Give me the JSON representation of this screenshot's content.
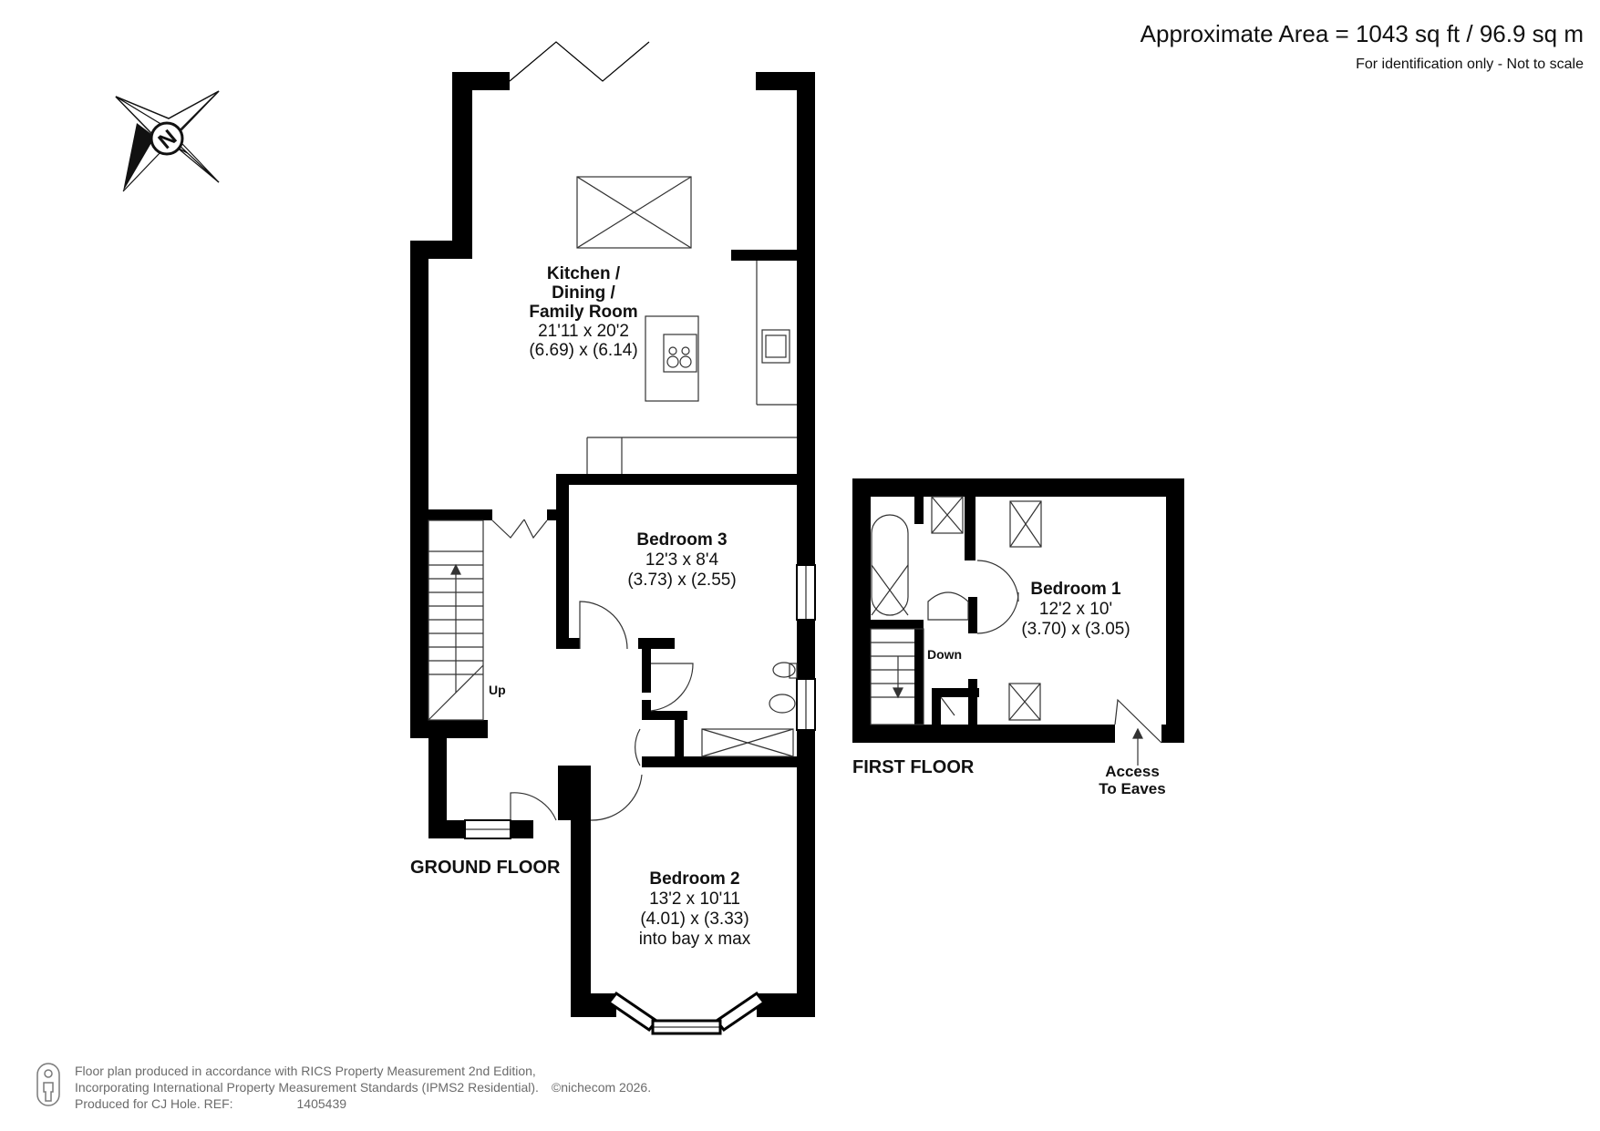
{
  "header": {
    "area": "Approximate Area = 1043 sq ft / 96.9 sq m",
    "note": "For identification only - Not to scale"
  },
  "compass": {
    "letter": "N"
  },
  "ground_floor": {
    "label": "GROUND FLOOR",
    "kitchen": {
      "name_line1": "Kitchen /",
      "name_line2": "Dining /",
      "name_line3": "Family Room",
      "imperial": "21'11 x 20'2",
      "metric": "(6.69) x (6.14)"
    },
    "bedroom3": {
      "name": "Bedroom 3",
      "imperial": "12'3 x 8'4",
      "metric": "(3.73) x (2.55)"
    },
    "bedroom2": {
      "name": "Bedroom 2",
      "imperial": "13'2 x 10'11",
      "metric": "(4.01) x (3.33)",
      "note": "into bay x max"
    },
    "stairs_label": "Up"
  },
  "first_floor": {
    "label": "FIRST FLOOR",
    "bedroom1": {
      "name": "Bedroom 1",
      "imperial": "12'2 x 10'",
      "metric": "(3.70) x (3.05)"
    },
    "stairs_label": "Down",
    "eaves_line1": "Access",
    "eaves_line2": "To Eaves"
  },
  "footer": {
    "line1": "Floor plan produced in accordance with RICS Property Measurement 2nd Edition,",
    "line2": "Incorporating International Property Measurement Standards (IPMS2 Residential).",
    "copyright": "©nichecom 2026.",
    "line3_prefix": "Produced for CJ Hole.   REF:",
    "ref": "1405439"
  },
  "colors": {
    "wall": "#000000",
    "fixture": "#333333",
    "footer_text": "#6b6b6b"
  }
}
